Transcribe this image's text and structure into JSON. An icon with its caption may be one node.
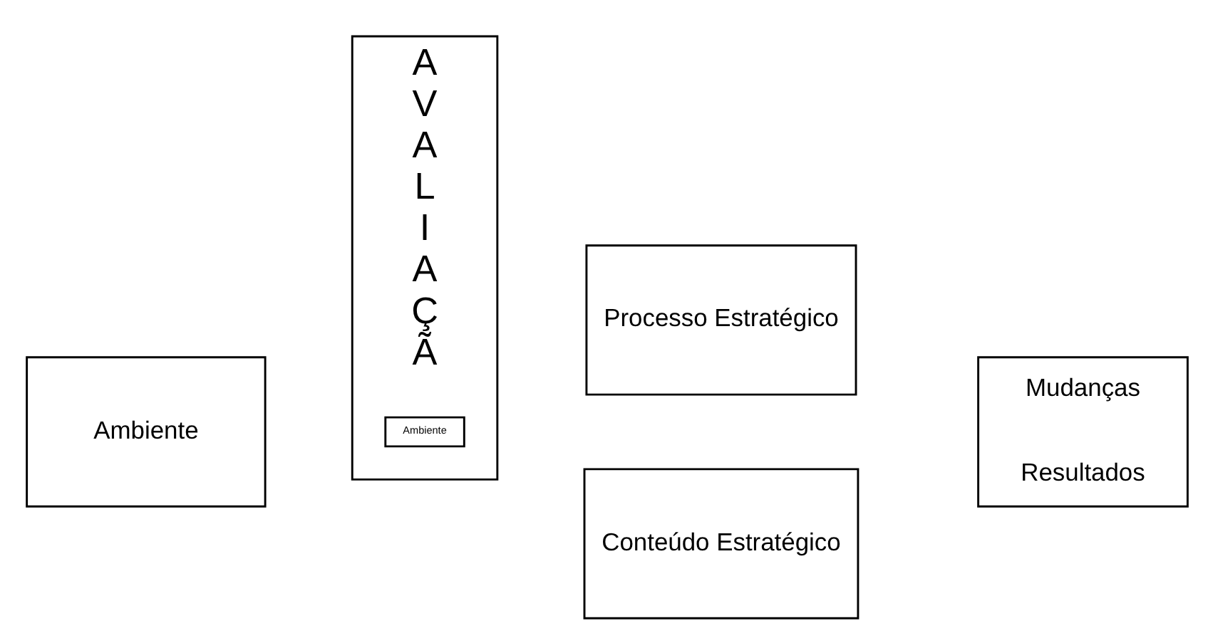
{
  "diagram": {
    "nodes": [
      {
        "text": [
          "Ambiente"
        ]
      },
      {
        "text": [
          "A V A L I A Ç Ã"
        ]
      },
      {
        "text": [
          "Ambiente"
        ],
        "in": 1
      },
      {
        "text": [
          "Processo Estratégico"
        ]
      },
      {
        "text": [
          "Conteúdo Estratégico"
        ]
      },
      {
        "text": [
          "Mudanças",
          "Resultados"
        ]
      }
    ]
  }
}
